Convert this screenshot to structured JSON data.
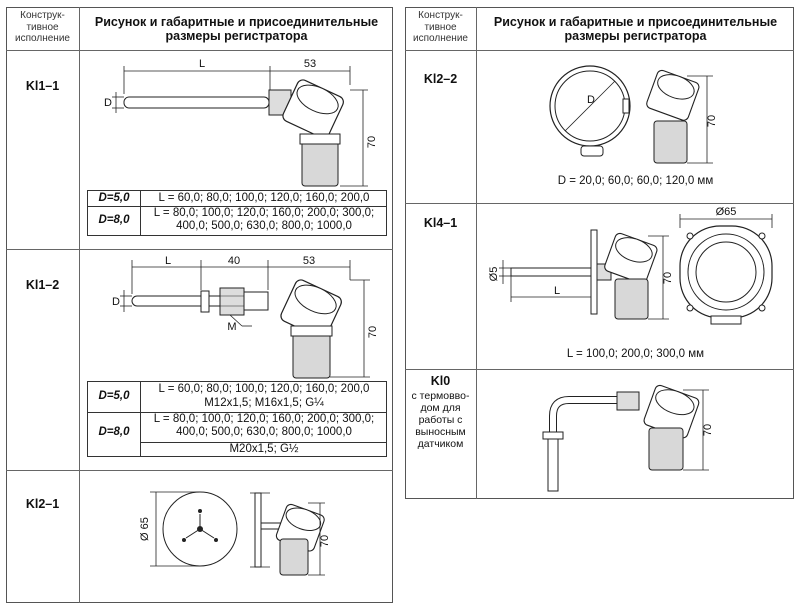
{
  "left": {
    "header": {
      "col1": "Конструк-\nтивное\nисполнение",
      "col2": "Рисунок  и габаритные и присоединительные\nразмеры регистратора"
    },
    "rows": [
      {
        "code": "Kl1–1",
        "dims": {
          "L": "L",
          "d53": "53",
          "D": "D",
          "d70": "70"
        },
        "specs": [
          {
            "key": "D=5,0",
            "value": "L = 60,0; 80,0; 100,0; 120,0; 160,0; 200,0"
          },
          {
            "key": "D=8,0",
            "value": "L = 80,0; 100,0; 120,0; 160,0; 200,0; 300,0;\n400,0; 500,0; 630,0; 800,0; 1000,0"
          }
        ]
      },
      {
        "code": "Kl1–2",
        "dims": {
          "L": "L",
          "d40": "40",
          "d53": "53",
          "D": "D",
          "M": "M",
          "d70": "70"
        },
        "specs": [
          {
            "key": "D=5,0",
            "value": "L = 60,0; 80,0; 100,0; 120,0; 160,0; 200,0",
            "thread": "M12x1,5; M16x1,5; G¼"
          },
          {
            "key": "D=8,0",
            "value": "L = 80,0; 100,0; 120,0; 160,0; 200,0; 300,0;\n400,0; 500,0; 630,0; 800,0; 1000,0",
            "thread": "M20x1,5; G½"
          }
        ]
      },
      {
        "code": "Kl2–1",
        "dims": {
          "d65": "Ø 65",
          "d70": "70"
        }
      }
    ]
  },
  "right": {
    "header": {
      "col1": "Конструк-\nтивное\nисполнение",
      "col2": "Рисунок  и габаритные и присоединительные\nразмеры регистратора"
    },
    "rows": [
      {
        "code": "Kl2–2",
        "dims": {
          "D": "D",
          "d70": "70"
        },
        "caption": "D = 20,0; 60,0; 60,0; 120,0 мм"
      },
      {
        "code": "Kl4–1",
        "dims": {
          "d65": "Ø65",
          "d5": "Ø5",
          "L": "L",
          "d70": "70"
        },
        "caption": "L = 100,0; 200,0; 300,0 мм"
      },
      {
        "code": "Kl0",
        "note": "с термовво-\nдом для\nработы с\nвыносным\nдатчиком",
        "dims": {
          "d70": "70"
        }
      }
    ]
  }
}
